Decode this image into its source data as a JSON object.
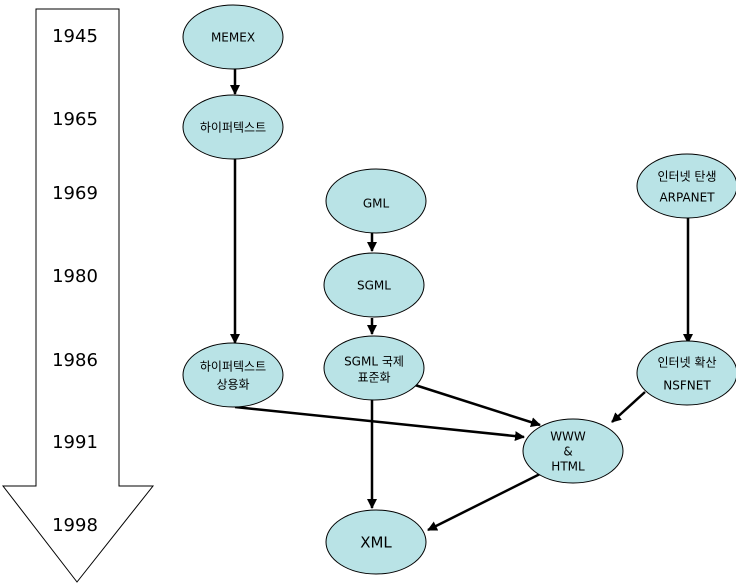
{
  "timeline": {
    "years": [
      "1945",
      "1965",
      "1969",
      "1980",
      "1986",
      "1991",
      "1998"
    ]
  },
  "nodes": {
    "memex": {
      "lines": [
        "MEMEX"
      ]
    },
    "hypertext": {
      "lines": [
        "하이퍼텍스트"
      ]
    },
    "gml": {
      "lines": [
        "GML"
      ]
    },
    "internet_birth": {
      "lines": [
        "인터넷 탄생",
        "ARPANET"
      ]
    },
    "sgml": {
      "lines": [
        "SGML"
      ]
    },
    "hypertext_commercial": {
      "lines": [
        "하이퍼텍스트",
        "상용화"
      ]
    },
    "sgml_standard": {
      "lines": [
        "SGML 국제",
        "표준화"
      ]
    },
    "internet_expansion": {
      "lines": [
        "인터넷 확산",
        "NSFNET"
      ]
    },
    "www_html": {
      "lines": [
        "WWW",
        "&",
        "HTML"
      ]
    },
    "xml": {
      "lines": [
        "XML"
      ]
    }
  },
  "colors": {
    "node_fill": "#b9e3e6",
    "node_stroke": "#000000",
    "edge": "#000000",
    "timeline_fill": "#ffffff"
  }
}
